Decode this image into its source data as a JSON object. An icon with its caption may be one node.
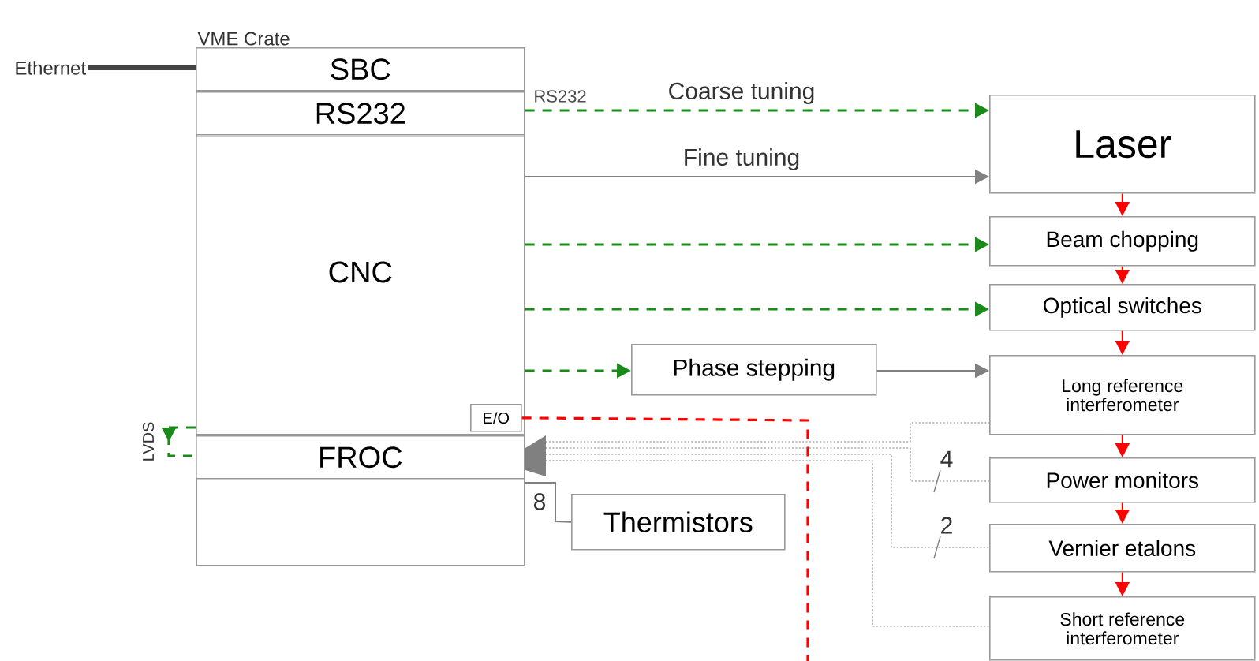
{
  "diagram": {
    "nodes": [
      {
        "text": [
          "VME Crate"
        ]
      },
      {
        "text": [
          "SBC"
        ],
        "in": 0
      },
      {
        "text": [
          "RS232"
        ],
        "in": 0
      },
      {
        "text": [
          "CNC"
        ],
        "in": 0
      },
      {
        "text": [
          "FROC"
        ],
        "in": 0
      },
      {
        "text": [
          "E/O"
        ],
        "in": 3
      },
      {
        "text": [
          "Laser"
        ]
      },
      {
        "text": [
          "Beam chopping"
        ]
      },
      {
        "text": [
          "Optical switches"
        ]
      },
      {
        "text": [
          "Phase stepping"
        ]
      },
      {
        "text": [
          "Long reference interferometer"
        ]
      },
      {
        "text": [
          "Power monitors"
        ]
      },
      {
        "text": [
          "Vernier etalons"
        ]
      },
      {
        "text": [
          "Short reference interferometer"
        ]
      },
      {
        "text": [
          "Thermistors"
        ]
      },
      {
        "text": [
          "Ethernet"
        ]
      }
    ],
    "edges": [
      {
        "from": 15,
        "to": 1,
        "arrow": "none",
        "style": "thick",
        "color": "#444444"
      },
      {
        "from": 2,
        "to": 6,
        "arrow": "to",
        "style": "dashed",
        "color": "#1a8a1a",
        "label": "Coarse tuning"
      },
      {
        "from": 3,
        "to": 6,
        "arrow": "to",
        "label": "Fine tuning"
      },
      {
        "from": 3,
        "to": 7,
        "arrow": "to",
        "style": "dashed",
        "color": "#1a8a1a"
      },
      {
        "from": 3,
        "to": 8,
        "arrow": "to",
        "style": "dashed",
        "color": "#1a8a1a"
      },
      {
        "from": 3,
        "to": 9,
        "arrow": "to",
        "style": "dashed",
        "color": "#1a8a1a"
      },
      {
        "from": 9,
        "to": 10,
        "arrow": "to"
      },
      {
        "from": 6,
        "to": 7,
        "arrow": "to",
        "color": "#ff0000"
      },
      {
        "from": 7,
        "to": 8,
        "arrow": "to",
        "color": "#ff0000"
      },
      {
        "from": 8,
        "to": 10,
        "arrow": "to",
        "color": "#ff0000"
      },
      {
        "from": 10,
        "to": 11,
        "arrow": "to",
        "color": "#ff0000"
      },
      {
        "from": 11,
        "to": 12,
        "arrow": "to",
        "color": "#ff0000"
      },
      {
        "from": 12,
        "to": 13,
        "arrow": "to",
        "color": "#ff0000"
      },
      {
        "from": 5,
        "to": null,
        "arrow": "none",
        "style": "dashed",
        "color": "#ff0000"
      },
      {
        "from": 4,
        "to": 10,
        "arrow": "none",
        "style": "dashed"
      },
      {
        "from": 4,
        "to": 11,
        "arrow": "none",
        "style": "dashed",
        "label": "4"
      },
      {
        "from": 4,
        "to": 12,
        "arrow": "none",
        "style": "dashed",
        "label": "2"
      },
      {
        "from": 4,
        "to": 13,
        "arrow": "none",
        "style": "dashed"
      },
      {
        "from": 14,
        "to": 4,
        "arrow": "none",
        "label": "8"
      },
      {
        "from": 3,
        "to": 4,
        "arrow": "to",
        "style": "dashed",
        "color": "#1a8a1a",
        "label": "LVDS"
      }
    ],
    "labels": [
      "RS232"
    ]
  }
}
